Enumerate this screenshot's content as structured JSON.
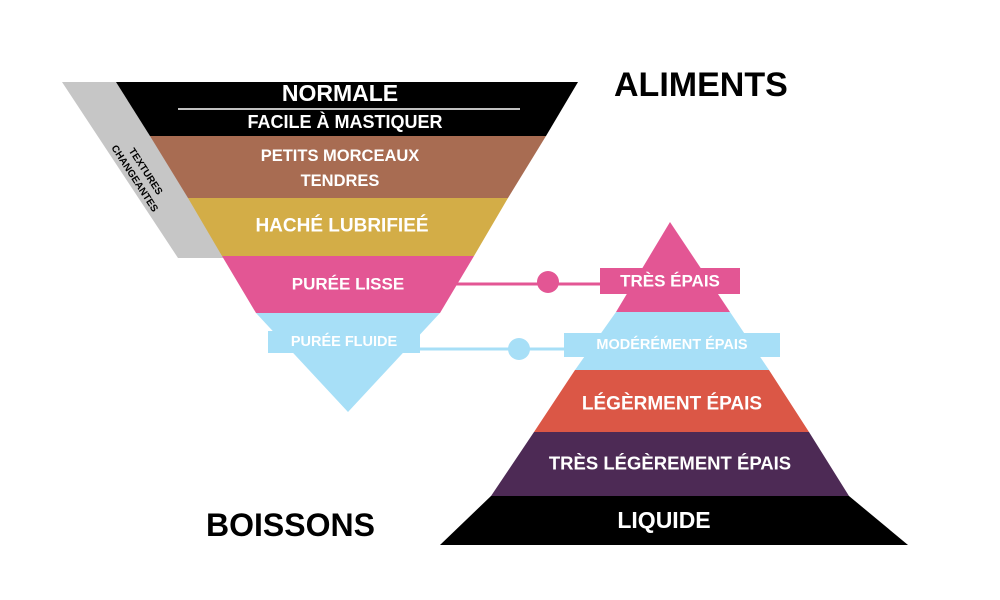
{
  "titles": {
    "foods": "ALIMENTS",
    "drinks": "BOISSONS"
  },
  "side_note": {
    "line1": "TEXTURES",
    "line2": "CHANGEANTES"
  },
  "foods": {
    "levels": [
      {
        "label": "NORMALE",
        "color": "#000000",
        "text_color": "#ffffff"
      },
      {
        "label": "FACILE À MASTIQUER",
        "color": "#000000",
        "text_color": "#ffffff"
      },
      {
        "label_line1": "PETITS MORCEAUX",
        "label_line2": "TENDRES",
        "color": "#a86c52",
        "text_color": "#ffffff"
      },
      {
        "label": "HACHÉ LUBRIFIEÉ",
        "color": "#d3ad47",
        "text_color": "#ffffff"
      },
      {
        "label": "PURÉE LISSE",
        "color": "#e35694",
        "text_color": "#ffffff"
      },
      {
        "label": "PURÉE FLUIDE",
        "color": "#a7dff7",
        "text_color": "#ffffff"
      }
    ]
  },
  "drinks": {
    "levels": [
      {
        "label": "TRÈS ÉPAIS",
        "color": "#e35694",
        "text_color": "#ffffff"
      },
      {
        "label": "MODÉRÉMENT ÉPAIS",
        "color": "#a7dff7",
        "text_color": "#ffffff"
      },
      {
        "label": "LÉGÈRMENT ÉPAIS",
        "color": "#db5746",
        "text_color": "#ffffff"
      },
      {
        "label": "TRÈS LÉGÈREMENT ÉPAIS",
        "color": "#4d2a55",
        "text_color": "#ffffff"
      },
      {
        "label": "LIQUIDE",
        "color": "#000000",
        "text_color": "#ffffff"
      }
    ]
  },
  "colors": {
    "side_band": "#c6c6c6",
    "pink_link": "#e35694",
    "blue_link": "#a7dff7"
  }
}
